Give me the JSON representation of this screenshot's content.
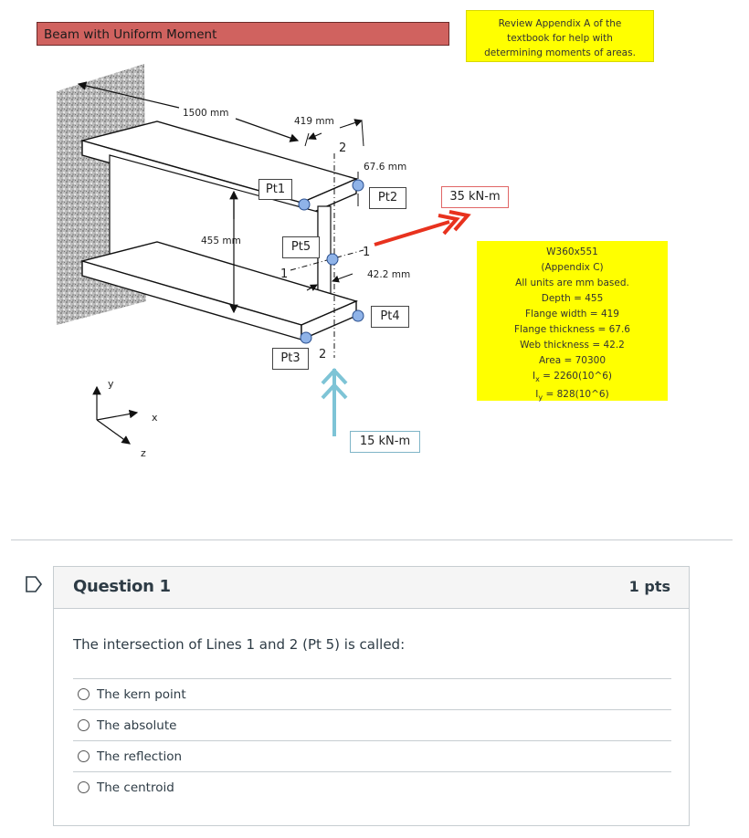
{
  "figure": {
    "title": "Beam with Uniform Moment",
    "note": [
      "Review Appendix A of the",
      "textbook for help with",
      "determining moments of areas."
    ],
    "dims": {
      "length": "1500 mm",
      "flange_width": "419 mm",
      "flange_thickness": "67.6 mm",
      "depth": "455 mm",
      "web_thickness": "42.2 mm"
    },
    "points": {
      "pt1": "Pt1",
      "pt2": "Pt2",
      "pt3": "Pt3",
      "pt4": "Pt4",
      "pt5": "Pt5"
    },
    "line_labels": {
      "line1_left": "1",
      "line1_right": "1",
      "line2_top": "2",
      "line2_bottom": "2"
    },
    "moment_red": "35 kN-m",
    "moment_blue": "15 kN-m",
    "axes": {
      "y": "y",
      "x": "x",
      "z": "z"
    },
    "properties": [
      "W360x551",
      "(Appendix C)",
      "All units are mm based.",
      "Depth = 455",
      "Flange width = 419",
      "Flange thickness = 67.6",
      "Web thickness = 42.2",
      "Area =  70300"
    ],
    "ix": {
      "symbol": "I",
      "sub": "x",
      "value": " = 2260(10^6)"
    },
    "iy": {
      "symbol": "I",
      "sub": "y",
      "value": " = 828(10^6)"
    },
    "colors": {
      "title_bg": "#d0625f",
      "note_bg": "#ffff00",
      "red_arrow": "#e8321e",
      "blue_arrow": "#7ec4d6",
      "point_fill": "#8fb3e8"
    }
  },
  "question": {
    "title": "Question 1",
    "points": "1 pts",
    "text": "The intersection of Lines 1 and 2 (Pt 5) is called:",
    "answers": [
      "The kern point",
      "The absolute",
      "The reflection",
      "The centroid"
    ]
  }
}
